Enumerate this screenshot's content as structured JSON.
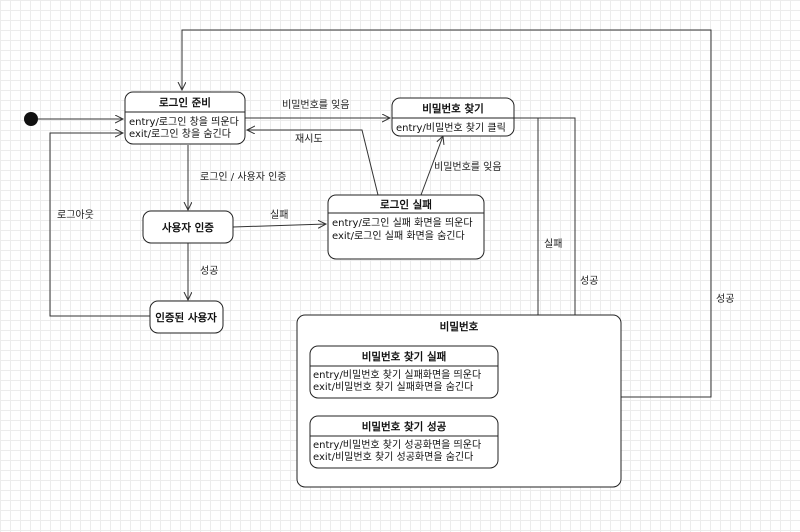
{
  "states": {
    "login_ready": {
      "title": "로그인 준비",
      "entry": "entry/로그인 창을 띄운다",
      "exit": "exit/로그인 창을 숨긴다"
    },
    "find_password": {
      "title": "비밀번호 찾기",
      "entry": "entry/비밀번호 찾기 클릭"
    },
    "user_auth": {
      "title": "사용자 인증"
    },
    "login_fail": {
      "title": "로그인 실패",
      "entry": "entry/로그인 실패 화면을 띄운다",
      "exit": "exit/로그인 실패 화면을 숨긴다"
    },
    "authenticated_user": {
      "title": "인증된 사용자"
    },
    "password_group": {
      "title": "비밀번호"
    },
    "find_password_fail": {
      "title": "비밀번호 찾기 실패",
      "entry": "entry/비밀번호 찾기 실패화면을 띄운다",
      "exit": "exit/비밀번호 찾기 실패화면을 숨긴다"
    },
    "find_password_success": {
      "title": "비밀번호 찾기 성공",
      "entry": "entry/비밀번호 찾기 성공화면을 띄운다",
      "exit": "exit/비밀번호 찾기 성공화면을 숨긴다"
    }
  },
  "transitions": {
    "forgot_password_1": "비밀번호를 잊음",
    "retry": "재시도",
    "login_user_auth": "로그인 / 사용자 인증",
    "fail_1": "실패",
    "forgot_password_2": "비밀번호를 잊음",
    "success_1": "성공",
    "logout": "로그아웃",
    "fail_2": "실패",
    "success_2": "성공",
    "success_3": "성공"
  }
}
